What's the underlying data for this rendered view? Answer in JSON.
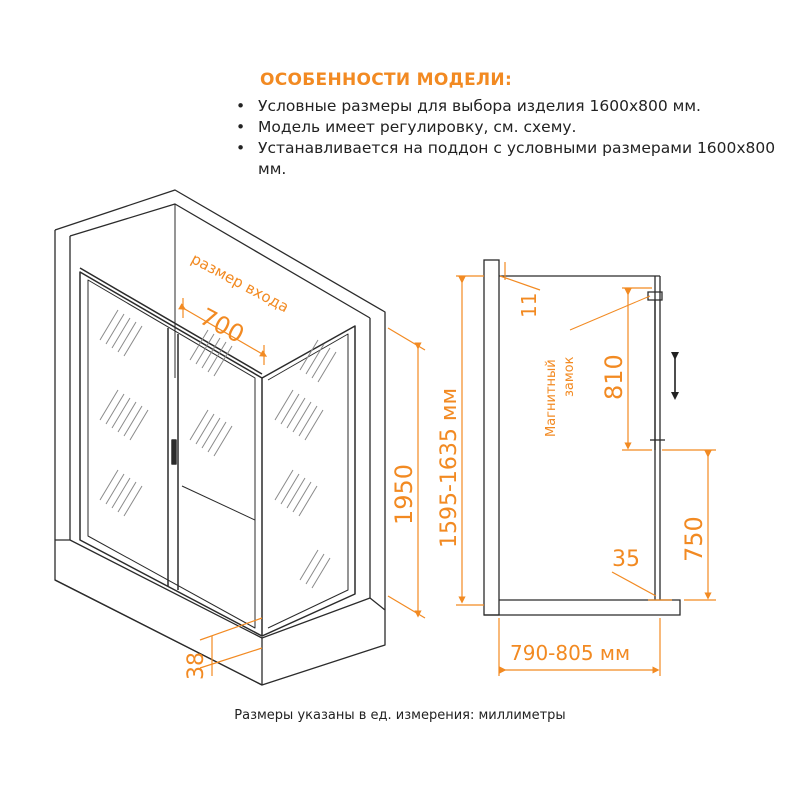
{
  "features": {
    "title": "ОСОБЕННОСТИ МОДЕЛИ:",
    "items": [
      "Условные размеры для выбора изделия 1600x800 мм.",
      "Модель имеет регулировку, см. схему.",
      "Устанавливается на поддон с условными размерами 1600x800 мм."
    ]
  },
  "left_view": {
    "entry_label": "размер входа",
    "entry_width": "700",
    "height": "1950",
    "base_height": "38"
  },
  "right_view": {
    "adjust_range": "1595-1635 мм",
    "top_gap": "11",
    "magnet_label": "Магнитный\nзамок",
    "magnet_line1": "Магнитный",
    "magnet_line2": "замок",
    "magnet_span": "810",
    "lower_height": "750",
    "bottom_offset": "35",
    "width_range": "790-805 мм"
  },
  "footer": "Размеры указаны в ед. измерения: миллиметры",
  "colors": {
    "accent": "#f28a22",
    "line": "#2b2b2b"
  }
}
